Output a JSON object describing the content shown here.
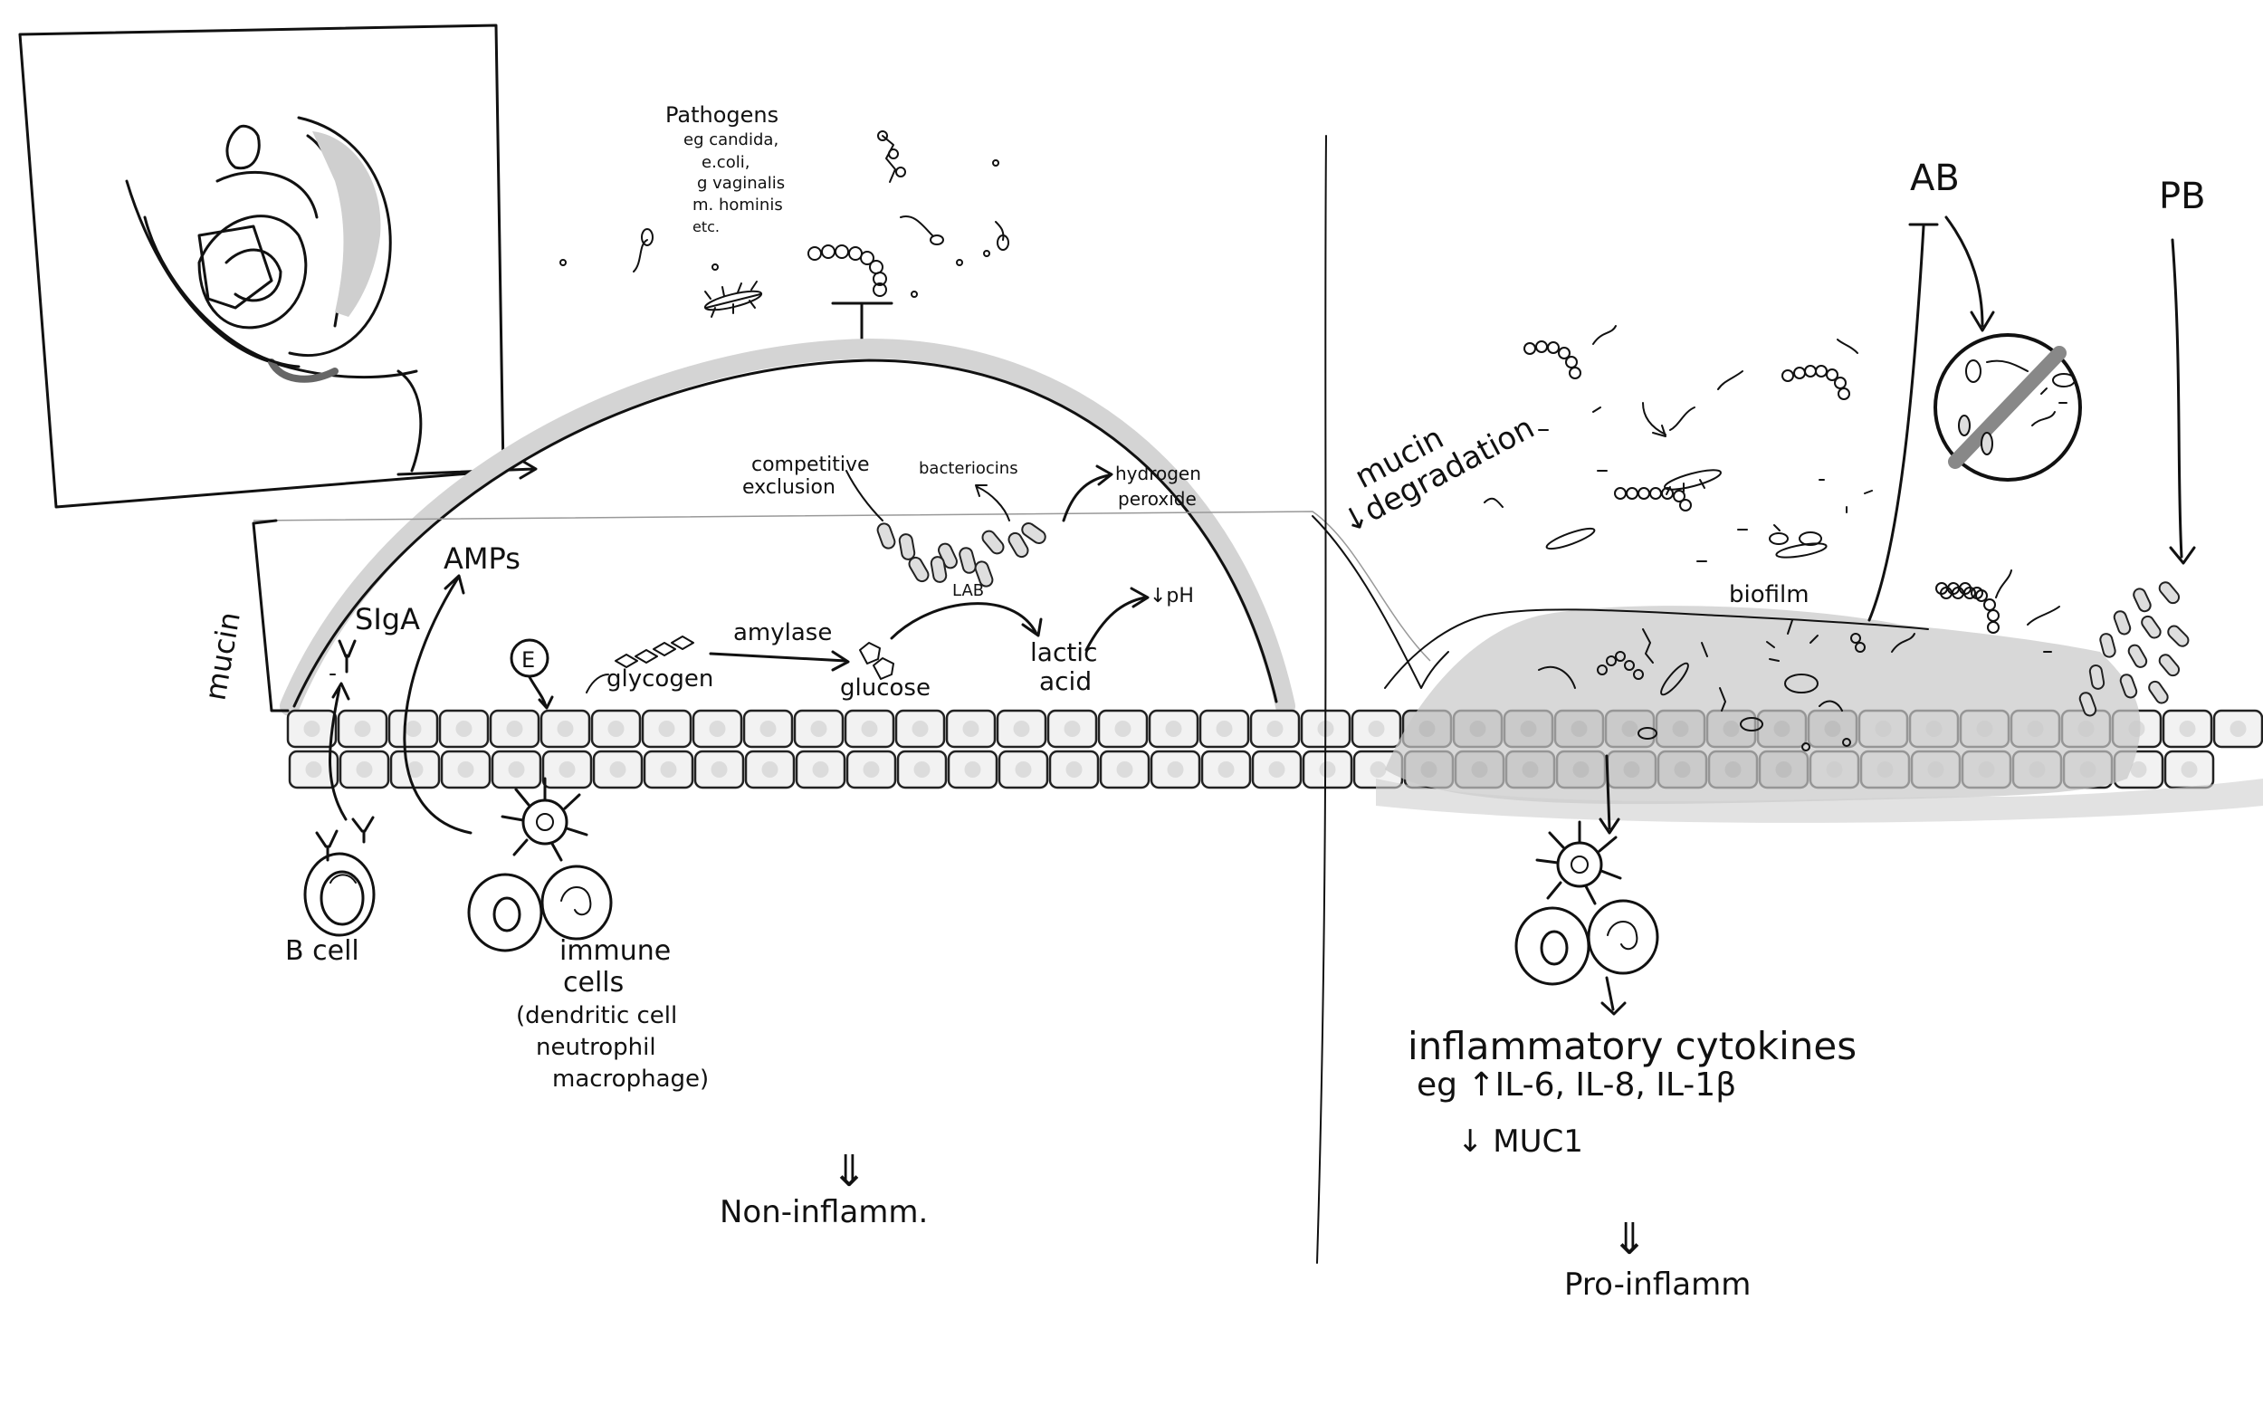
{
  "labels": {
    "pathogens": [
      "Pathogens",
      "eg candida,",
      "e.coli,",
      "g vaginalis",
      "m. hominis",
      "etc."
    ],
    "mucin": "mucin",
    "sIgA": "SIgA",
    "AMPs": "AMPs",
    "estrogen": "E",
    "glycogen": "glycogen",
    "amylase": "amylase",
    "glucose": "glucose",
    "lactic_acid": [
      "lactic",
      "acid"
    ],
    "ph": "↓pH",
    "competitive_exclusion": [
      "competitive",
      "exclusion"
    ],
    "bacteriocins": "bacteriocins",
    "hydrogen_peroxide": [
      "hydrogen",
      "peroxide"
    ],
    "lab": "LAB",
    "b_cell": "B cell",
    "immune_cells": [
      "immune",
      "cells",
      "(dendritic cell",
      "neutrophil",
      "macrophage)"
    ],
    "non_inflamm": "Non-inflamm.",
    "non_inflamm_arrow": "⇓",
    "mucin_degradation": [
      "mucin",
      "↓degradation"
    ],
    "biofilm": "biofilm",
    "ab": "AB",
    "pb": "PB",
    "inflammatory_cytokines": [
      "inflammatory cytokines",
      "eg ↑IL-6, IL-8, IL-1β"
    ],
    "muc1": "↓ MUC1",
    "pro_inflamm": "Pro-inflamm",
    "pro_inflamm_arrow": "⇓"
  },
  "colors": {
    "ink": "#111111",
    "mucus_grey": "#d4d4d4",
    "biofilm_grey": "#c8c8c8",
    "cell_fill": "#f2f2f2"
  }
}
